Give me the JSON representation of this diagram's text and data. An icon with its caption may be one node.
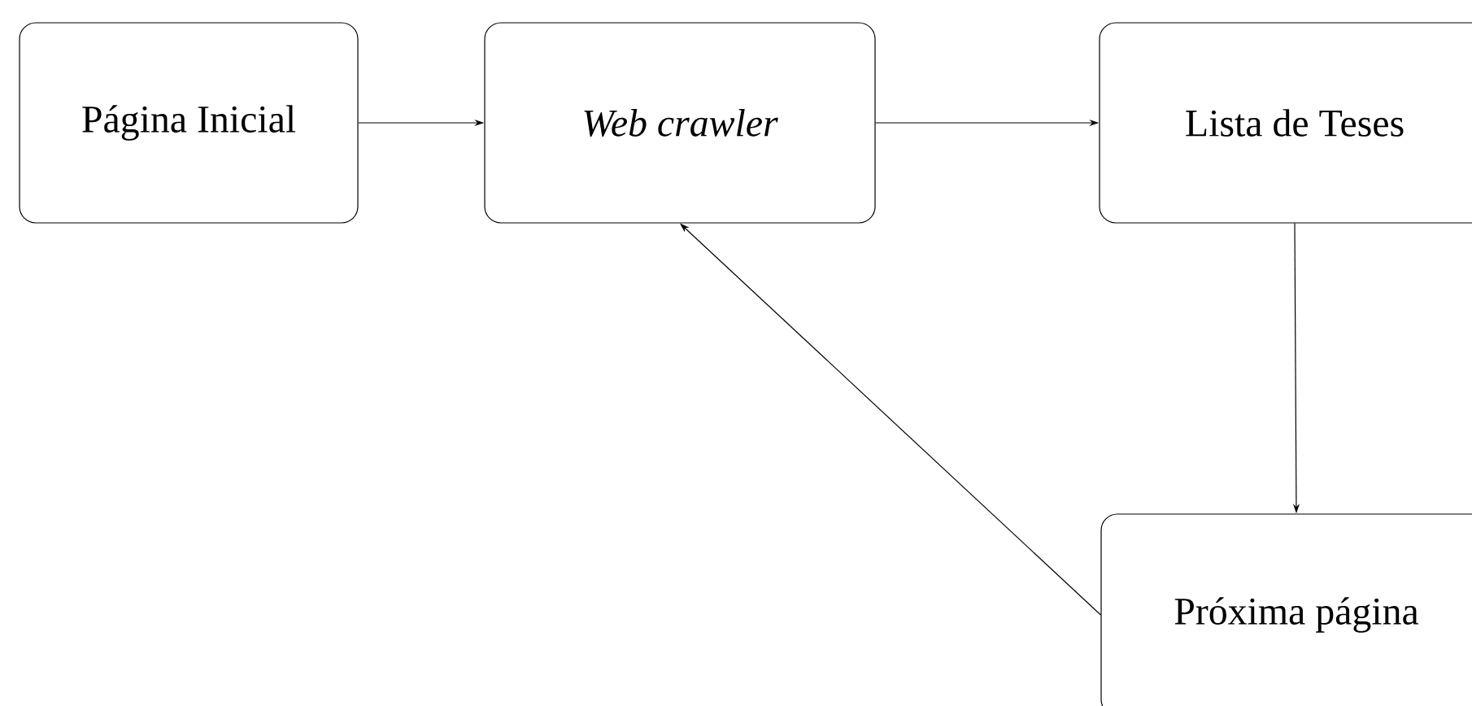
{
  "diagram": {
    "nodes": [
      {
        "text": [
          "Página Inicial"
        ]
      },
      {
        "text": [
          "Web crawler"
        ]
      },
      {
        "text": [
          "Lista de Teses"
        ]
      },
      {
        "text": [
          "Próxima página"
        ]
      }
    ],
    "edges": [
      {
        "from": 0,
        "to": 1,
        "arrow": "to"
      },
      {
        "from": 1,
        "to": 2,
        "arrow": "to"
      },
      {
        "from": 2,
        "to": 3,
        "arrow": "to"
      },
      {
        "from": 3,
        "to": 1,
        "arrow": "to"
      }
    ]
  }
}
